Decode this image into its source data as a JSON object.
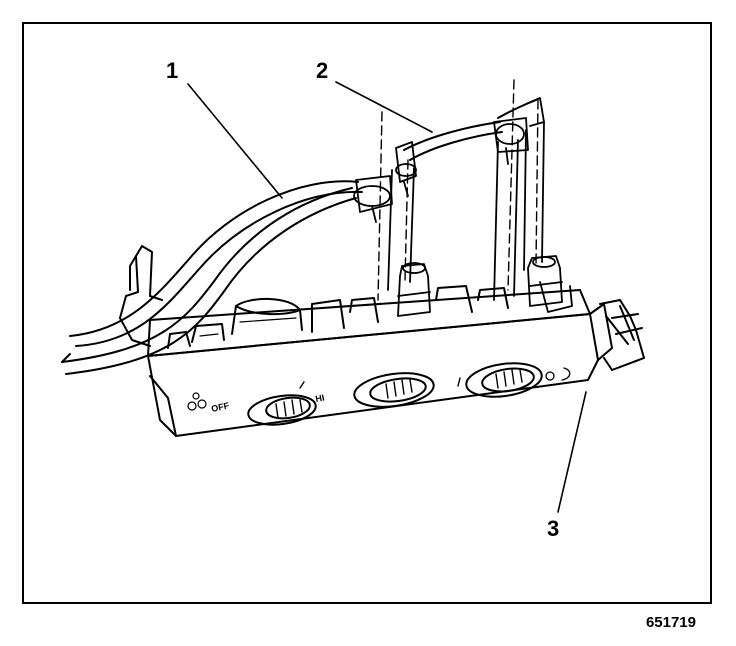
{
  "figure": {
    "callouts": [
      {
        "label": "1",
        "part": "cable-1"
      },
      {
        "label": "2",
        "part": "cable-2"
      },
      {
        "label": "3",
        "part": "control-head"
      }
    ],
    "panel_markings": {
      "fan_off": "OFF",
      "fan_hi": "HI"
    },
    "figure_number": "651719"
  }
}
